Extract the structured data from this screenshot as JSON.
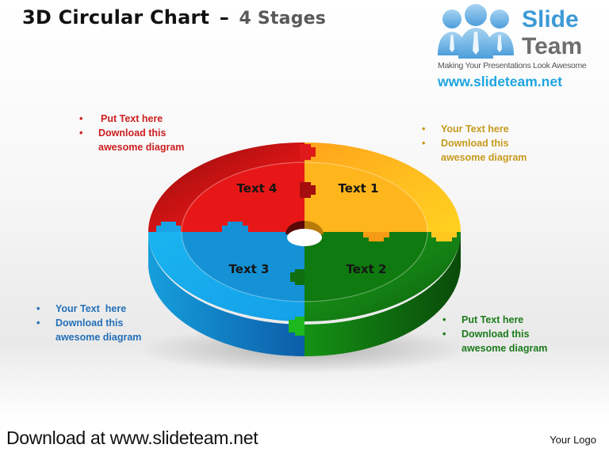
{
  "slide": {
    "title_main": "3D Circular Chart",
    "title_dash": "–",
    "title_sub": "4 Stages"
  },
  "logo": {
    "brand_line1": "Slide",
    "brand_line2": "Team",
    "tagline": "Making Your Presentations Look Awesome",
    "url": "www.slideteam.net",
    "icon": "people-group-icon"
  },
  "diagram": {
    "type": "3d-donut-puzzle",
    "segments": [
      {
        "id": 1,
        "label": "Text 1",
        "quadrant": "top-right",
        "color": "#ffb400"
      },
      {
        "id": 2,
        "label": "Text 2",
        "quadrant": "bottom-right",
        "color": "#1fa31f"
      },
      {
        "id": 3,
        "label": "Text 3",
        "quadrant": "bottom-left",
        "color": "#1aa3e6"
      },
      {
        "id": 4,
        "label": "Text 4",
        "quadrant": "top-left",
        "color": "#e01414"
      }
    ]
  },
  "callouts": {
    "top_left": {
      "color": "#cc1f1f",
      "items": [
        "Put Text here",
        "Download this",
        "awesome diagram"
      ]
    },
    "top_right": {
      "color": "#c79a1d",
      "items": [
        "Your Text here",
        "Download this",
        "awesome diagram"
      ]
    },
    "bottom_left": {
      "color": "#2470b8",
      "items": [
        "Your Text  here",
        "Download this",
        "awesome diagram"
      ]
    },
    "bottom_right": {
      "color": "#1c7a1c",
      "items": [
        "Put Text here",
        "Download this",
        "awesome diagram"
      ]
    },
    "bullet": "•"
  },
  "footer": {
    "download_text": "Download at www.slideteam.net",
    "logo_placeholder": "Your Logo"
  }
}
